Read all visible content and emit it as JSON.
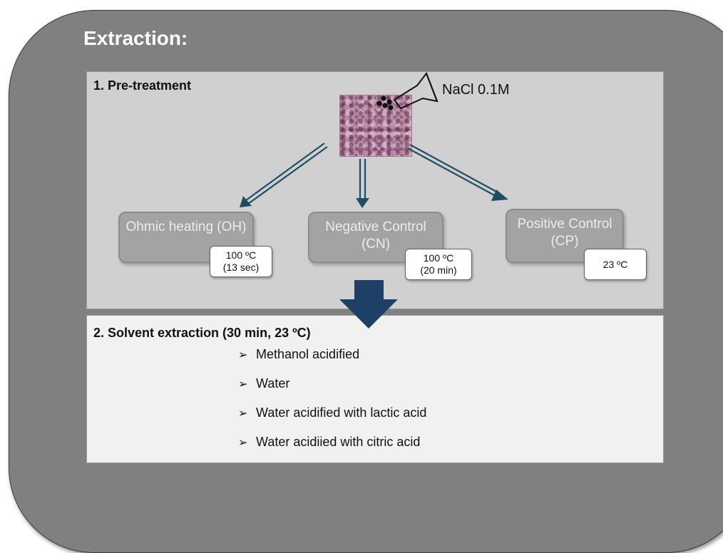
{
  "title": "Extraction:",
  "pretreatment": {
    "label": "1. Pre-treatment",
    "salt_label": "NaCl 0.1M",
    "nodes": [
      {
        "label": "Ohmic heating (OH)",
        "condition": "100 ºC\n(13 sec)"
      },
      {
        "label": "Negative Control (CN)",
        "condition": "100 ºC\n(20 min)"
      },
      {
        "label": "Positive Control (CP)",
        "condition": "23 ºC"
      }
    ]
  },
  "solvent_extraction": {
    "label": "2. Solvent extraction (30 min, 23 ºC)",
    "items": [
      "Methanol acidified",
      "Water",
      "Water acidified with lactic acid",
      "Water acidiied with citric acid"
    ]
  },
  "colors": {
    "outer_bg": "#808080",
    "arrow": "#1f4e63",
    "big_arrow": "#1e3f66",
    "node_bg": "#a3a3a3"
  },
  "icons": [
    "sample-texture-image",
    "spray-bottle-icon",
    "arrow-down-icon",
    "bullet-arrow-icon"
  ]
}
